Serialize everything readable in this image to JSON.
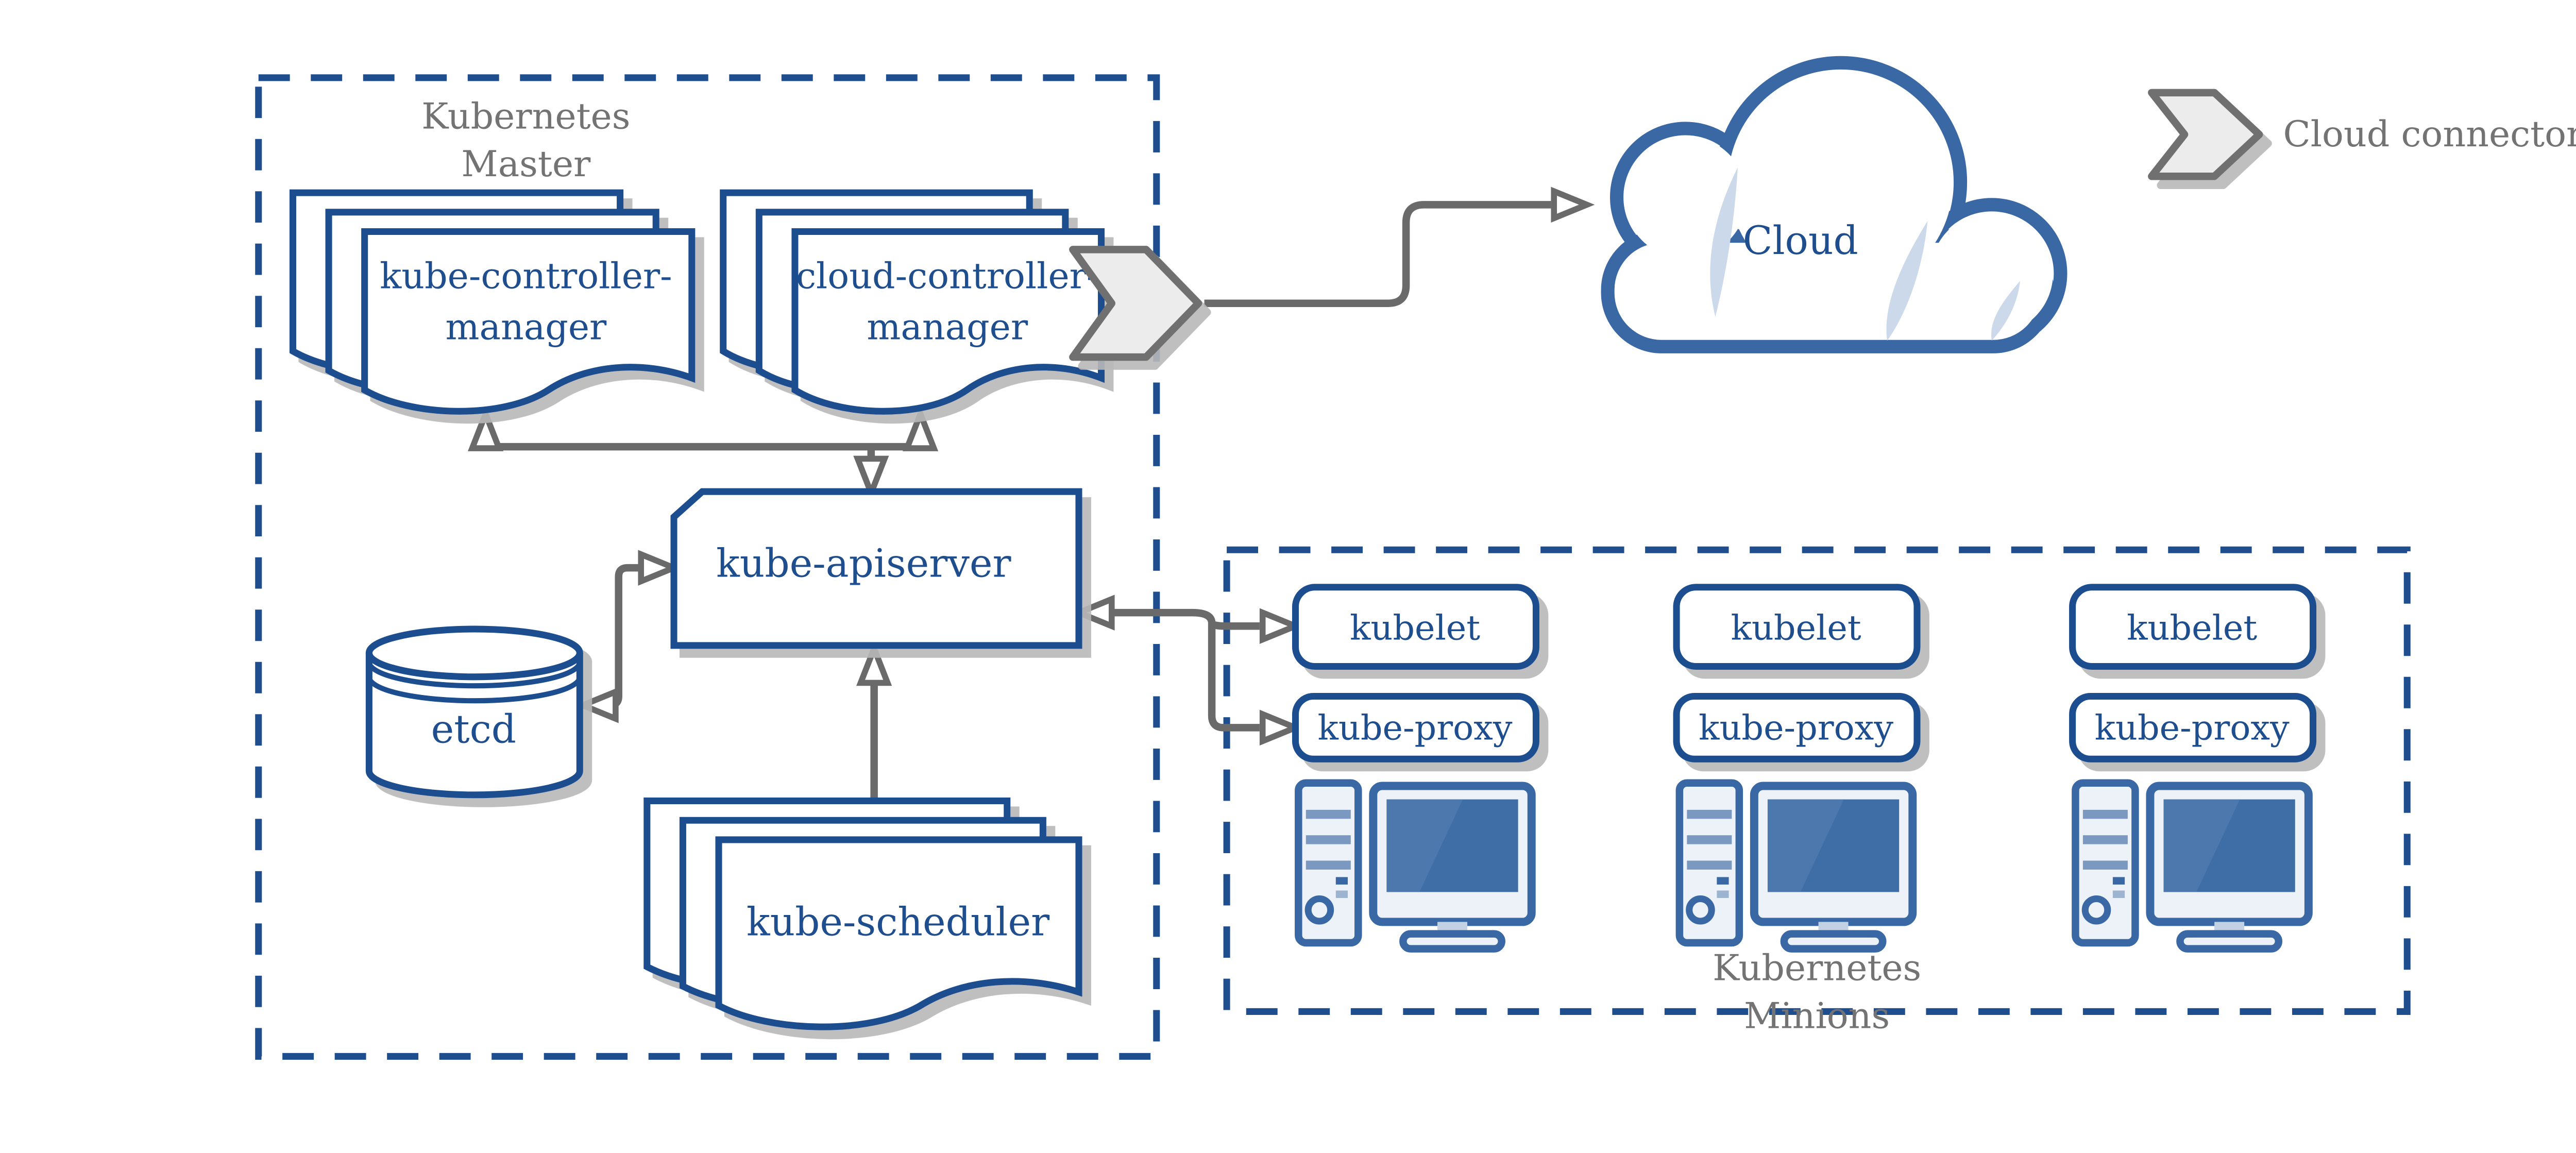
{
  "colors": {
    "component_blue": "#1f4e8f",
    "cloud_blue": "#3a68a4",
    "highlight_blue": "#ccd9ea",
    "connector_gray": "#6a6a6a",
    "label_gray": "#737373",
    "shadow_gray": "#b8b8b8",
    "chevron_fill": "#ececec"
  },
  "master": {
    "title": [
      "Kubernetes",
      "Master"
    ],
    "kube_controller_manager": [
      "kube-controller-",
      "manager"
    ],
    "cloud_controller_manager": [
      "cloud-controller-",
      "manager"
    ],
    "kube_apiserver": "kube-apiserver",
    "etcd": "etcd",
    "kube_scheduler": "kube-scheduler"
  },
  "cloud": {
    "label": "Cloud"
  },
  "legend": {
    "cloud_connector": "Cloud connector"
  },
  "minions": {
    "title": [
      "Kubernetes",
      "Minions"
    ],
    "nodes": [
      {
        "kubelet": "kubelet",
        "kube_proxy": "kube-proxy"
      },
      {
        "kubelet": "kubelet",
        "kube_proxy": "kube-proxy"
      },
      {
        "kubelet": "kubelet",
        "kube_proxy": "kube-proxy"
      }
    ]
  }
}
